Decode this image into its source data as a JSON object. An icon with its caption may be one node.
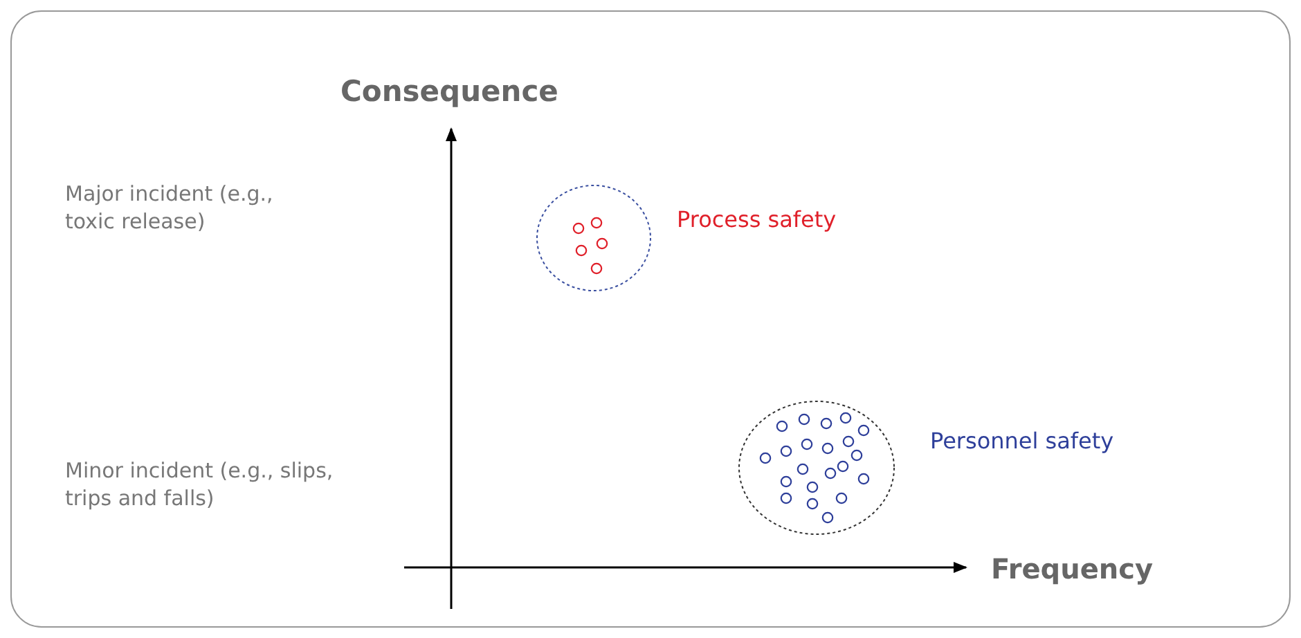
{
  "diagram": {
    "labels": [
      "Consequence",
      "Major incident (e.g., toxic release)",
      "Process safety",
      "Minor incident (e.g., slips, trips and falls)",
      "Personnel safety",
      "Frequency"
    ]
  }
}
